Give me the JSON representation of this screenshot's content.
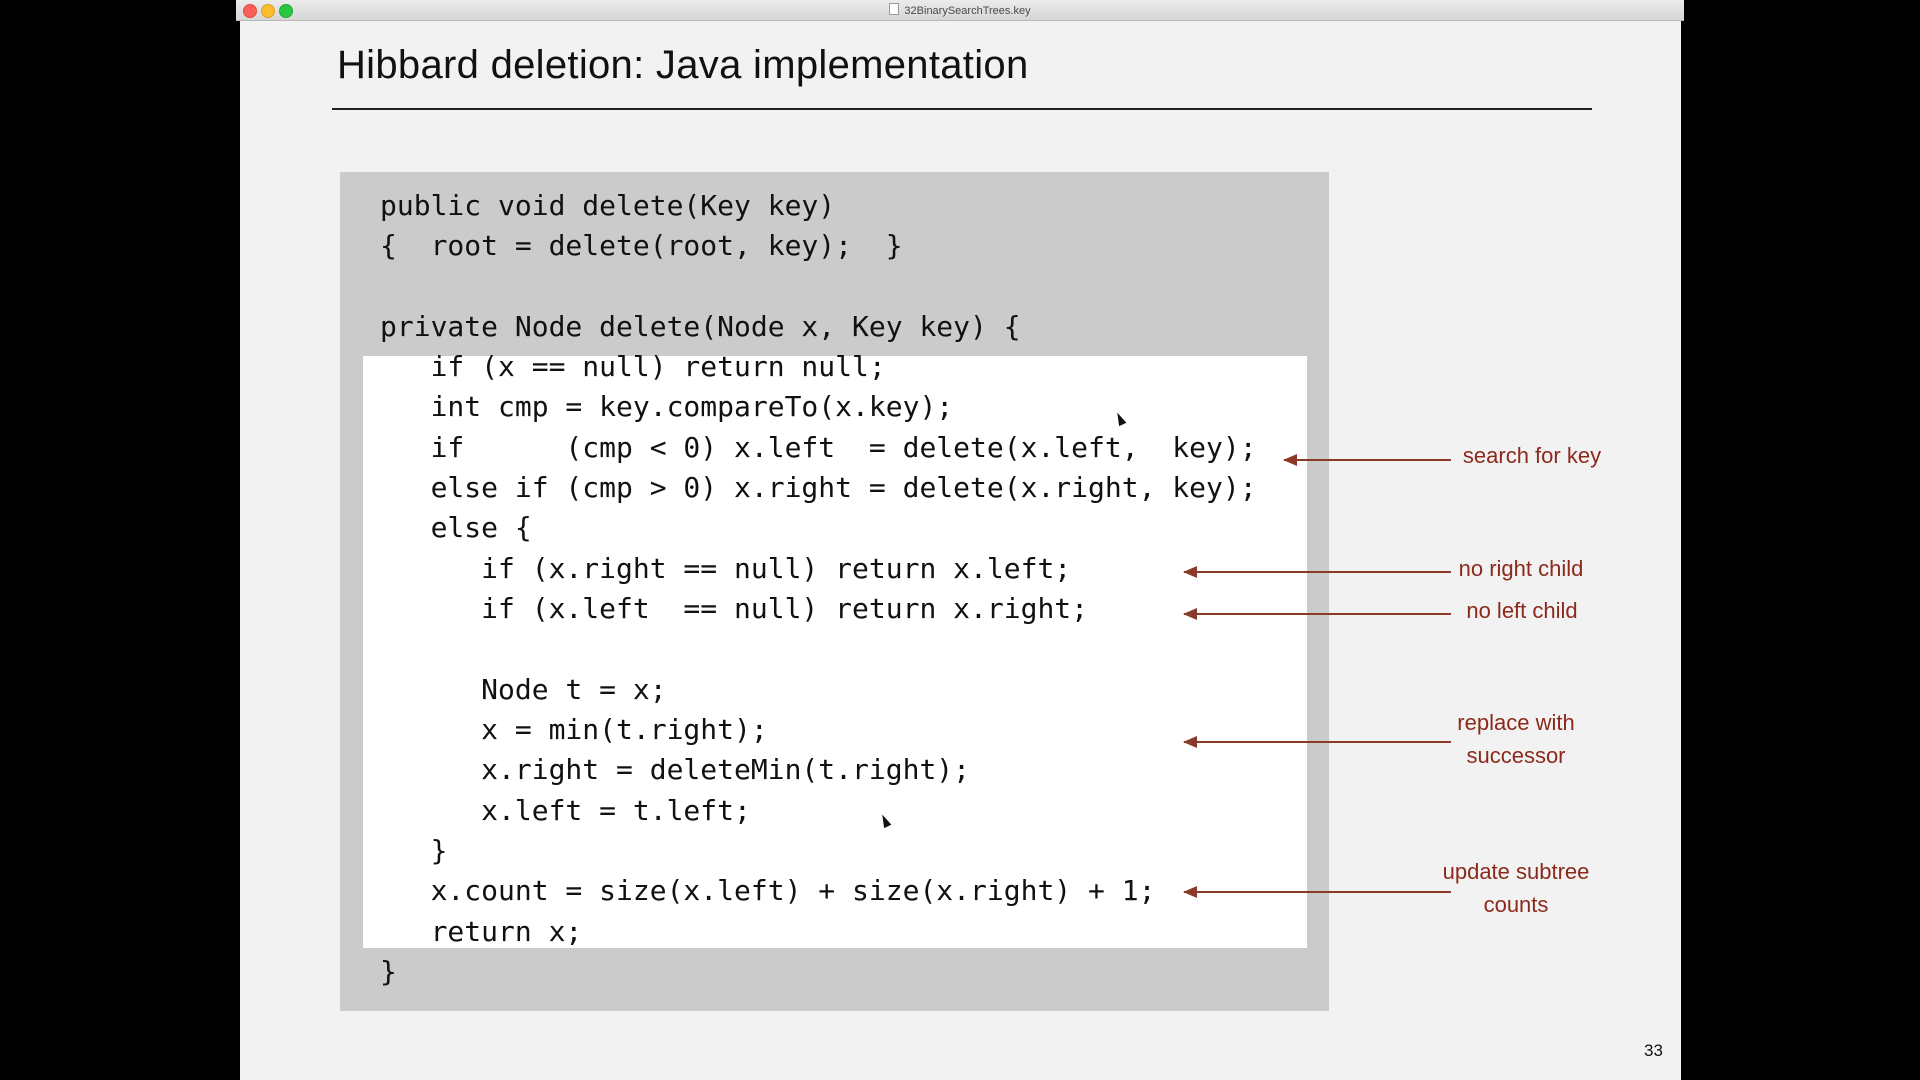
{
  "window": {
    "title": "32BinarySearchTrees.key"
  },
  "slide": {
    "title": "Hibbard deletion:  Java implementation",
    "page_number": "33",
    "code": [
      "public void delete(Key key)",
      "{  root = delete(root, key);  }",
      "",
      "private Node delete(Node x, Key key) {",
      "   if (x == null) return null;",
      "   int cmp = key.compareTo(x.key);",
      "   if      (cmp < 0) x.left  = delete(x.left,  key);",
      "   else if (cmp > 0) x.right = delete(x.right, key);",
      "   else {",
      "      if (x.right == null) return x.left;",
      "      if (x.left  == null) return x.right;",
      "",
      "      Node t = x;",
      "      x = min(t.right);",
      "      x.right = deleteMin(t.right);",
      "      x.left = t.left;",
      "   }",
      "   x.count = size(x.left) + size(x.right) + 1;",
      "   return x;",
      "}"
    ],
    "annotations": {
      "search": "search for key",
      "no_right": "no right child",
      "no_left": "no left child",
      "replace": "replace with\nsuccessor",
      "update": "update subtree\ncounts"
    }
  },
  "colors": {
    "annotation": "#8b2a1c",
    "panel": "#cbcbcb",
    "highlight": "#ffffff"
  },
  "icons": [
    "close-icon",
    "minimize-icon",
    "maximize-icon",
    "document-icon",
    "mouse-pointer-icon"
  ]
}
